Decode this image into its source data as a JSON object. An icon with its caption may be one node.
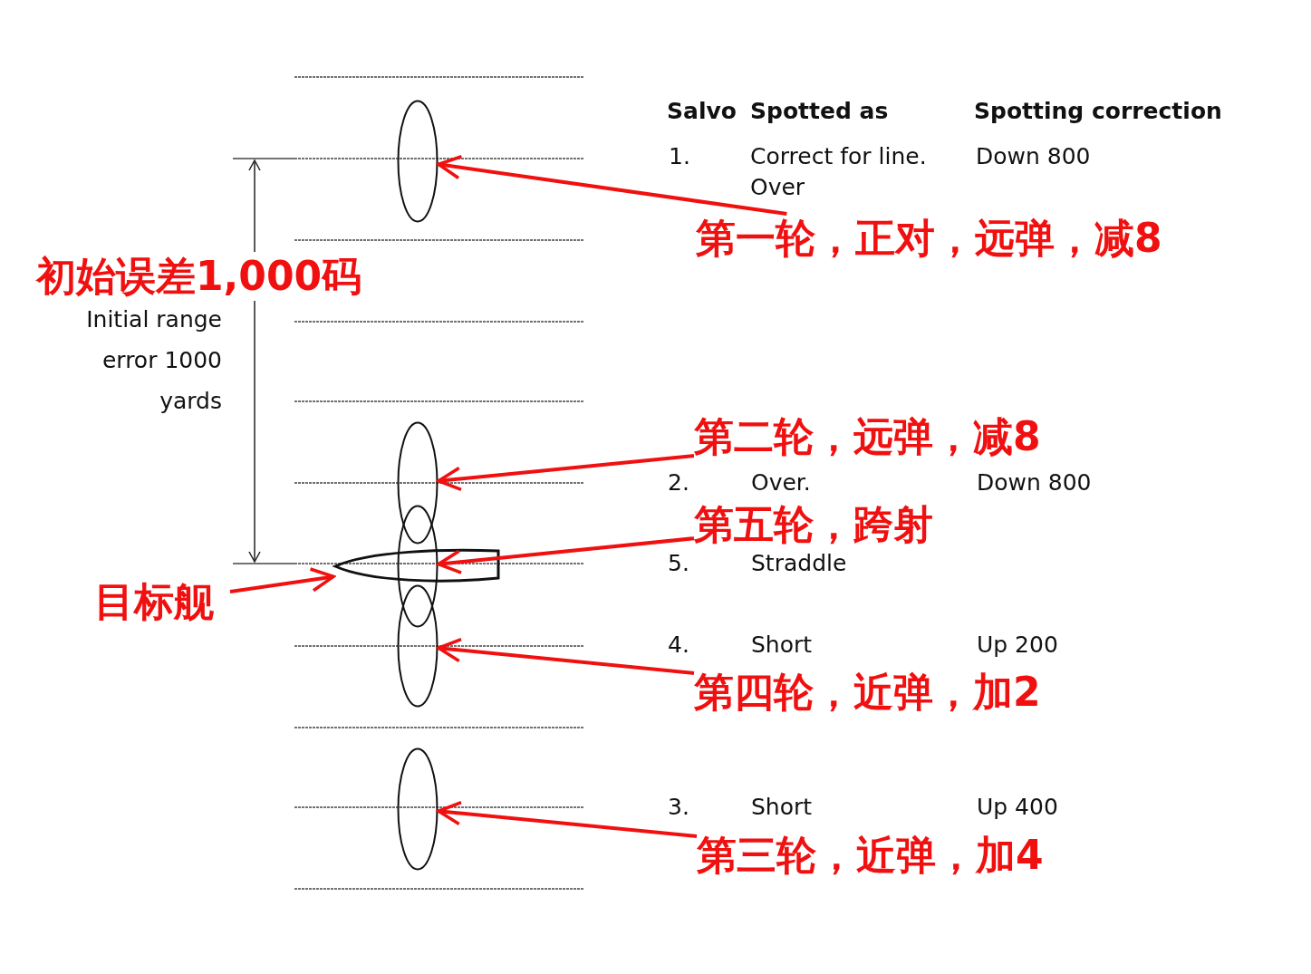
{
  "diagram": {
    "nodes": [
      {
        "text": [],
        "shape": "ellipse"
      },
      {
        "text": [],
        "shape": "ellipse"
      },
      {
        "text": [],
        "shape": "ellipse"
      },
      {
        "text": [],
        "shape": "ship"
      },
      {
        "text": [],
        "shape": "ellipse"
      },
      {
        "text": [],
        "shape": "ellipse"
      },
      {
        "text": [
          "第一轮，正对，远弹，减8"
        ]
      },
      {
        "text": [
          "第二轮，远弹，减8"
        ]
      },
      {
        "text": [
          "第五轮，跨射"
        ]
      },
      {
        "text": [
          "目标舰"
        ]
      },
      {
        "text": [
          "第四轮，近弹，加2"
        ]
      },
      {
        "text": [
          "第三轮，近弹，加4"
        ]
      }
    ],
    "edges": [
      {
        "from": 6,
        "to": 0,
        "arrow": "to"
      },
      {
        "from": 7,
        "to": 1,
        "arrow": "to"
      },
      {
        "from": 8,
        "to": 2,
        "arrow": "to"
      },
      {
        "from": 9,
        "to": 3,
        "arrow": "to"
      },
      {
        "from": 10,
        "to": 4,
        "arrow": "to"
      },
      {
        "from": 11,
        "to": 5,
        "arrow": "to"
      }
    ],
    "labels": [
      "Salvo",
      "Spotted as",
      "Spotting correction",
      "1.",
      "Correct for line. Over",
      "Down 800",
      "初始误差1,000码",
      "Initial range error 1000 yards",
      "2.",
      "Over.",
      "Down 800",
      "5.",
      "Straddle",
      "4.",
      "Short",
      "Up 200",
      "3.",
      "Short",
      "Up 400"
    ]
  }
}
